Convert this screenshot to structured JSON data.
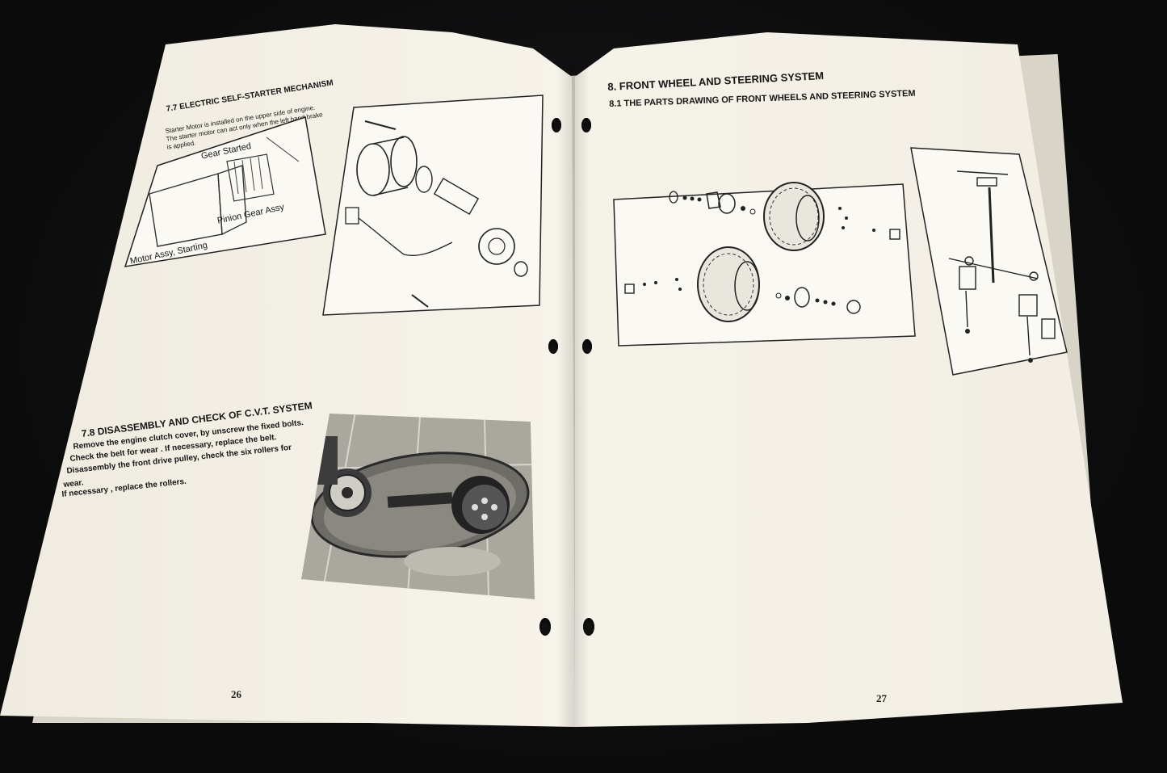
{
  "left_page": {
    "section_77": {
      "heading": "7.7 ELECTRIC SELF-STARTER MECHANISM",
      "body": [
        "Starter Motor is installed on the upper side of engine.",
        "The starter motor can act only when the left hand brake",
        "is applied."
      ],
      "diagram_labels": {
        "gear_started": "Gear Started",
        "pinion_gear_assy": "Pinion Gear Assy",
        "motor_assy_starting": "Motor Assy, Starting"
      }
    },
    "section_78": {
      "heading": "7.8 DISASSEMBLY AND CHECK OF C.V.T. SYSTEM",
      "body": [
        "Remove the engine clutch cover, by unscrew the fixed bolts.",
        "Check the belt for wear . If necessary, replace the belt.",
        "Disassembly the front drive pulley, check the six rollers for",
        "wear.",
        "If necessary , replace the rollers."
      ]
    },
    "page_number": "26"
  },
  "right_page": {
    "heading": "8. FRONT WHEEL AND STEERING SYSTEM",
    "subheading": "8.1 THE PARTS DRAWING OF FRONT WHEELS AND STEERING SYSTEM",
    "page_number": "27"
  },
  "colors": {
    "background": "#0d0d0f",
    "paper": "#f4f0e6",
    "ink": "#151515"
  }
}
